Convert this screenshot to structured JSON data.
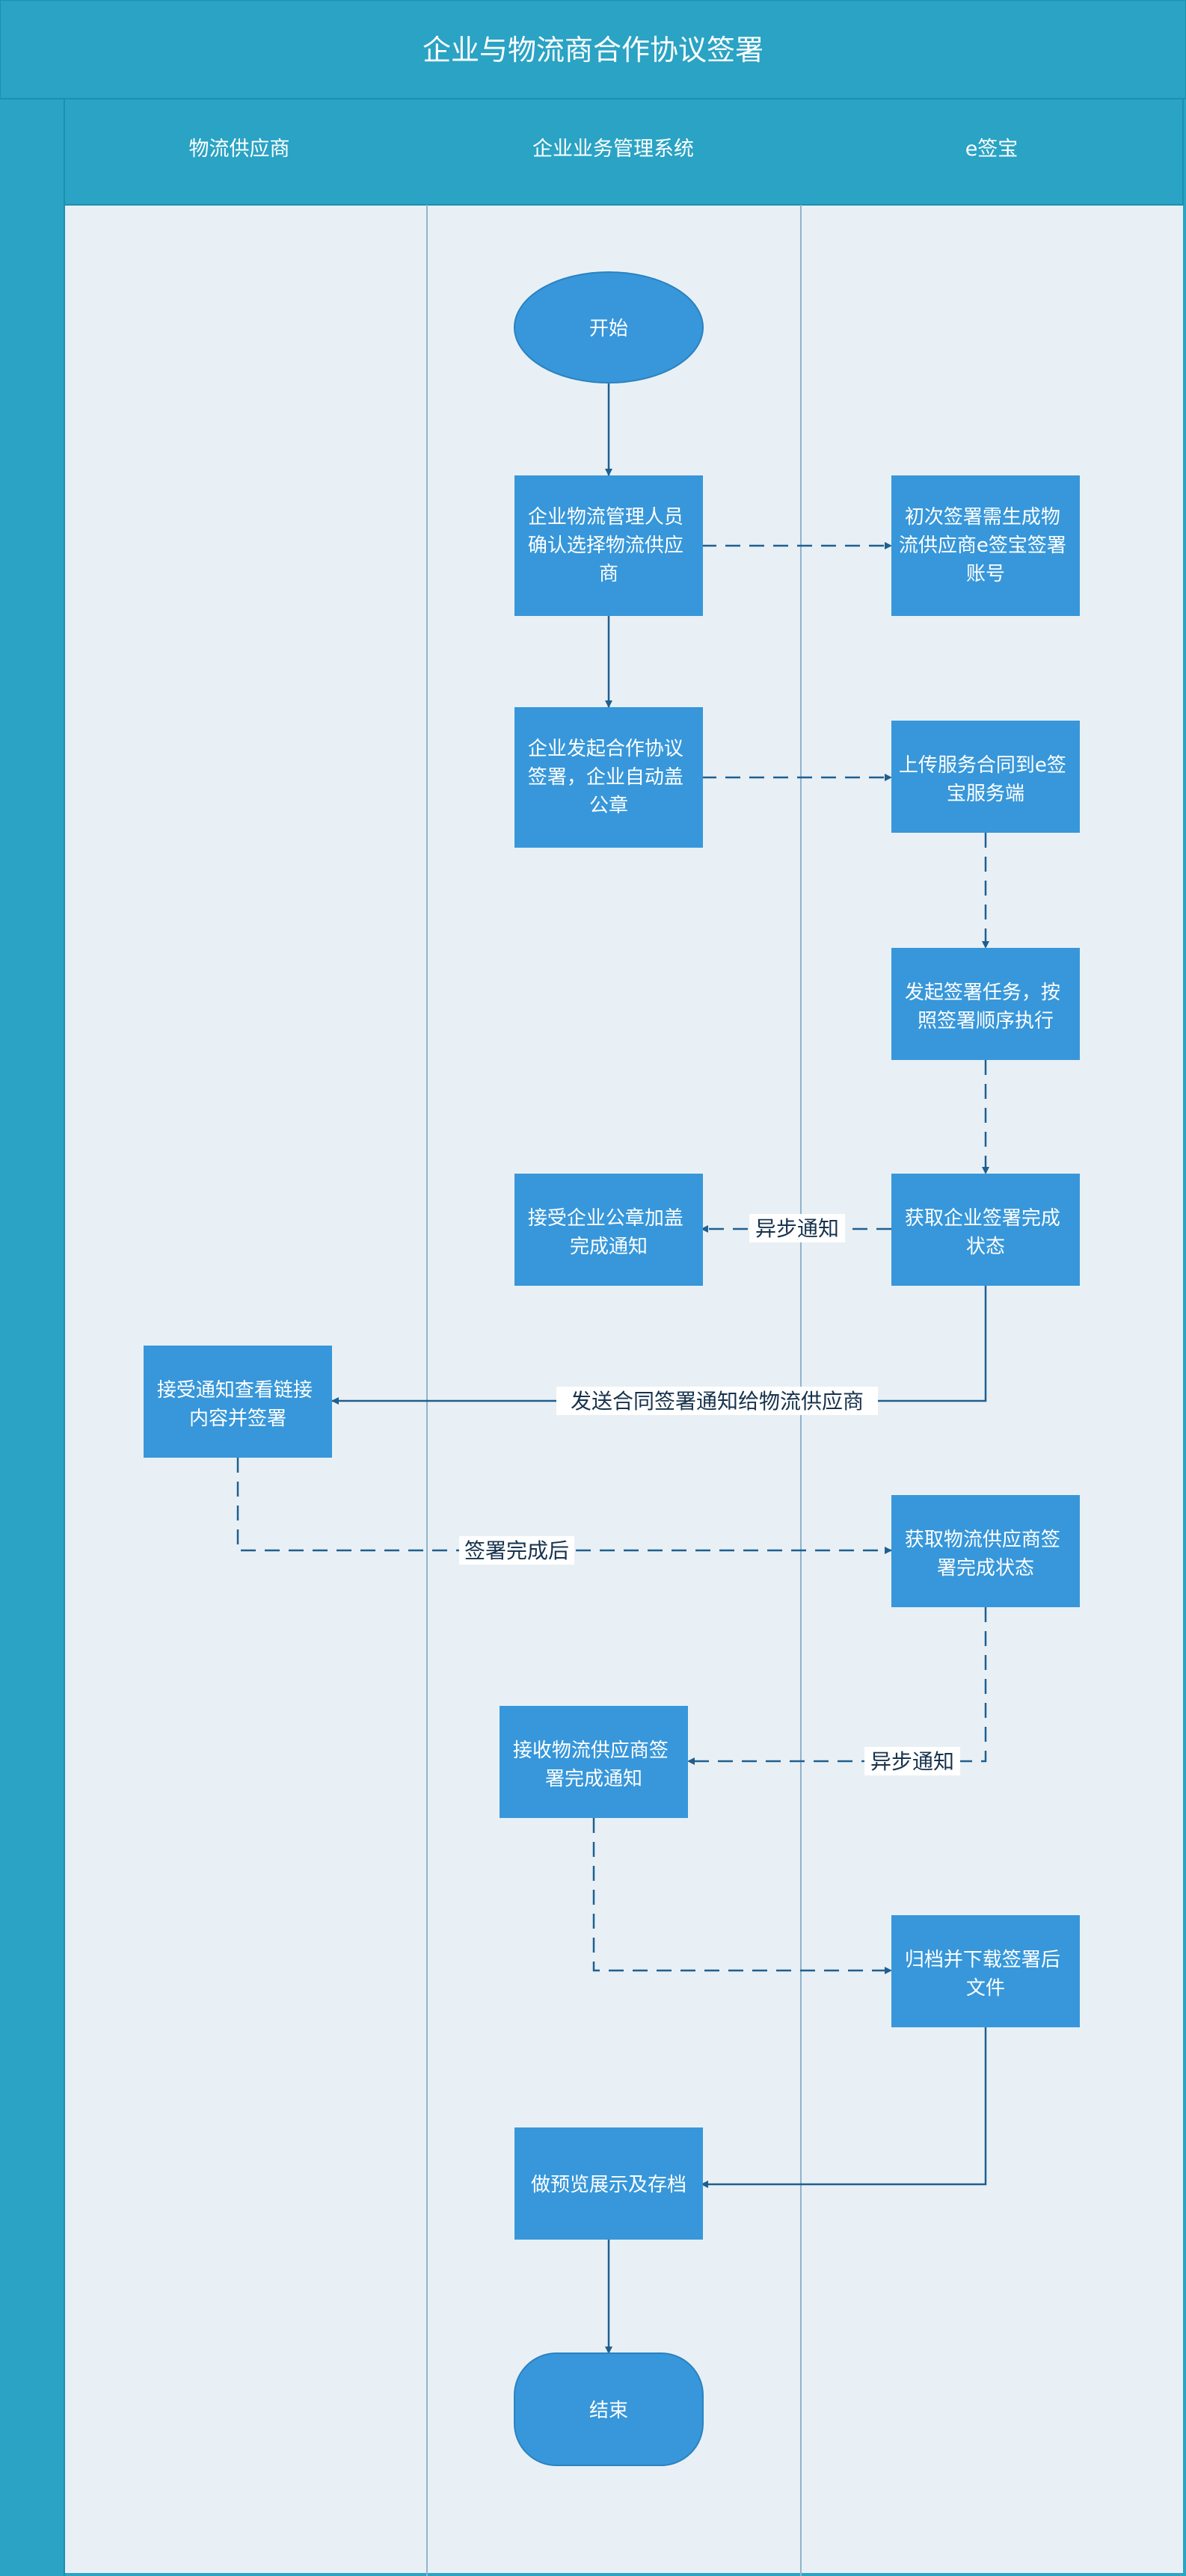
{
  "title": "企业与物流商合作协议签署",
  "lanes": [
    "物流供应商",
    "企业业务管理系统",
    "e签宝"
  ],
  "colors": {
    "header": "#2aa3c4",
    "lane_bg": "#e8f0f5",
    "node": "#3797da",
    "edge": "#1f5f8f"
  },
  "nodes": {
    "start": [
      "开始"
    ],
    "confirm": [
      "企业物流管理人员",
      "确认选择物流供应",
      "商"
    ],
    "create_account": [
      "初次签署需生成物",
      "流供应商e签宝签署",
      "账号"
    ],
    "initiate": [
      "企业发起合作协议",
      "签署，企业自动盖",
      "公章"
    ],
    "upload": [
      "上传服务合同到e签",
      "宝服务端"
    ],
    "sign_task": [
      "发起签署任务，按",
      "照签署顺序执行"
    ],
    "get_corp_status": [
      "获取企业签署完成",
      "状态"
    ],
    "recv_seal_notice": [
      "接受企业公章加盖",
      "完成通知"
    ],
    "supplier_sign": [
      "接受通知查看链接",
      "内容并签署"
    ],
    "get_supplier_status": [
      "获取物流供应商签",
      "署完成状态"
    ],
    "recv_supplier_notice": [
      "接收物流供应商签",
      "署完成通知"
    ],
    "archive": [
      "归档并下载签署后",
      "文件"
    ],
    "preview": [
      "做预览展示及存档"
    ],
    "end": [
      "结束"
    ]
  },
  "edge_labels": {
    "async1": "异步通知",
    "send_notice": "发送合同签署通知给物流供应商",
    "after_sign": "签署完成后",
    "async2": "异步通知"
  }
}
